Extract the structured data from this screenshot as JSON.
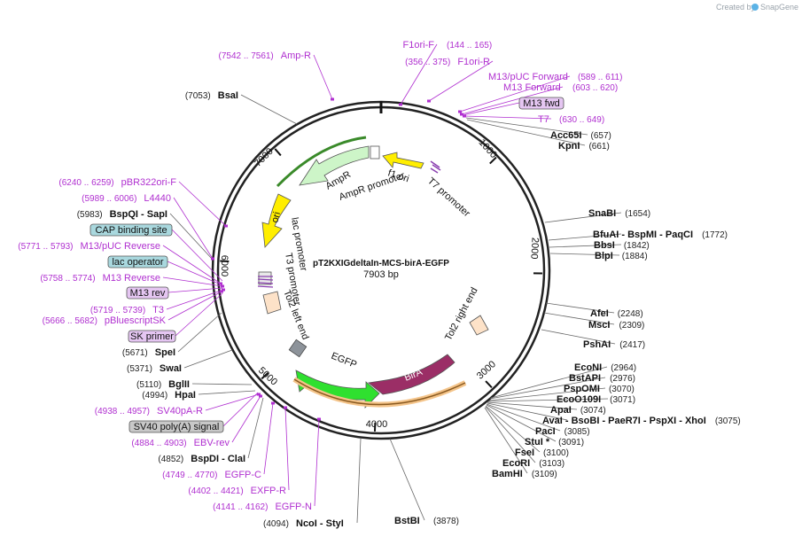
{
  "credit": {
    "prefix": "Created by",
    "brand": "SnapGene"
  },
  "plasmid": {
    "name": "pT2KXIGdeltaIn-MCS-birA-EGFP",
    "size_label": "7903 bp",
    "total_bp": 7903
  },
  "ticks": [
    "1000",
    "2000",
    "3000",
    "4000",
    "5000",
    "6000",
    "7000"
  ],
  "colors": {
    "birA": "#9b2e66",
    "EGFP": "#2fe02f",
    "ori": "#ffee00",
    "f1ori": "#ffee00",
    "AmpR": "#cdf5c8",
    "primer": "#b030d0",
    "backbone": "#333333"
  },
  "features": [
    {
      "id": "f1ori",
      "label": "f1 ori"
    },
    {
      "id": "AmpR",
      "label": "AmpR"
    },
    {
      "id": "AmpR_promoter",
      "label": "AmpR promoter"
    },
    {
      "id": "T7_promoter",
      "label": "T7 promoter"
    },
    {
      "id": "ori",
      "label": "ori"
    },
    {
      "id": "lac_promoter",
      "label": "lac promoter"
    },
    {
      "id": "T3_promoter",
      "label": "T3 promoter"
    },
    {
      "id": "Tol2_left",
      "label": "Tol2 left end"
    },
    {
      "id": "Tol2_right",
      "label": "Tol2 right end"
    },
    {
      "id": "EGFP",
      "label": "EGFP"
    },
    {
      "id": "birA",
      "label": "BirA"
    }
  ],
  "annotations": [
    {
      "id": "AmpR_primer",
      "pos": "(7542 .. 7561)",
      "name": "Amp-R",
      "type": "primer"
    },
    {
      "id": "BsaI",
      "pos": "(7053)",
      "name": "BsaI",
      "type": "site"
    },
    {
      "id": "F1ori_F",
      "pos": "",
      "name": "F1ori-F",
      "type": "primer"
    },
    {
      "id": "F1ori_F_pos",
      "pos": "(144 .. 165)",
      "name": "",
      "type": "primer"
    },
    {
      "id": "F1ori_R",
      "pos": "(356 .. 375)",
      "name": "F1ori-R",
      "type": "primer"
    },
    {
      "id": "M13pUC_F",
      "pos": "(589 .. 611)",
      "name": "M13/pUC Forward",
      "type": "primer"
    },
    {
      "id": "M13_F",
      "pos": "(603 .. 620)",
      "name": "M13 Forward",
      "type": "primer"
    },
    {
      "id": "T7",
      "pos": "(630 .. 649)",
      "name": "T7",
      "type": "primer"
    },
    {
      "id": "Acc65I",
      "pos": "(657)",
      "name": "Acc65I",
      "type": "site"
    },
    {
      "id": "KpnI",
      "pos": "(661)",
      "name": "KpnI",
      "type": "site"
    },
    {
      "id": "SnaBI",
      "pos": "(1654)",
      "name": "SnaBI",
      "type": "site"
    },
    {
      "id": "BfuAI",
      "pos": "(1772)",
      "name": "BfuAI - BspMI - PaqCI",
      "type": "site"
    },
    {
      "id": "BbsI",
      "pos": "(1842)",
      "name": "BbsI",
      "type": "site"
    },
    {
      "id": "BlpI",
      "pos": "(1884)",
      "name": "BlpI",
      "type": "site"
    },
    {
      "id": "AfeI",
      "pos": "(2248)",
      "name": "AfeI",
      "type": "site"
    },
    {
      "id": "MscI",
      "pos": "(2309)",
      "name": "MscI",
      "type": "site"
    },
    {
      "id": "PshAI",
      "pos": "(2417)",
      "name": "PshAI",
      "type": "site"
    },
    {
      "id": "EcoNI",
      "pos": "(2964)",
      "name": "EcoNI",
      "type": "site"
    },
    {
      "id": "BstAPI",
      "pos": "(2976)",
      "name": "BstAPI",
      "type": "site"
    },
    {
      "id": "PspOMI",
      "pos": "(3070)",
      "name": "PspOMI",
      "type": "site"
    },
    {
      "id": "EcoO109I",
      "pos": "(3071)",
      "name": "EcoO109I",
      "type": "site"
    },
    {
      "id": "ApaI",
      "pos": "(3074)",
      "name": "ApaI",
      "type": "site"
    },
    {
      "id": "AvaI",
      "pos": "(3075)",
      "name": "AvaI - BsoBI - PaeR7I - PspXI - XhoI",
      "type": "site"
    },
    {
      "id": "PacI",
      "pos": "(3085)",
      "name": "PacI",
      "type": "site"
    },
    {
      "id": "StuI",
      "pos": "(3091)",
      "name": "StuI *",
      "type": "site"
    },
    {
      "id": "FseI",
      "pos": "(3100)",
      "name": "FseI",
      "type": "site"
    },
    {
      "id": "EcoRI",
      "pos": "(3103)",
      "name": "EcoRI",
      "type": "site"
    },
    {
      "id": "BamHI",
      "pos": "(3109)",
      "name": "BamHI",
      "type": "site"
    },
    {
      "id": "BstBI",
      "pos": "(3878)",
      "name": "BstBI",
      "type": "site"
    },
    {
      "id": "NcoI",
      "pos": "(4094)",
      "name": "NcoI - StyI",
      "type": "site"
    },
    {
      "id": "EGFP_N",
      "pos": "(4141 .. 4162)",
      "name": "EGFP-N",
      "type": "primer"
    },
    {
      "id": "EXFP_R",
      "pos": "(4402 .. 4421)",
      "name": "EXFP-R",
      "type": "primer"
    },
    {
      "id": "EGFP_C",
      "pos": "(4749 .. 4770)",
      "name": "EGFP-C",
      "type": "primer"
    },
    {
      "id": "BspDI",
      "pos": "(4852)",
      "name": "BspDI - ClaI",
      "type": "site"
    },
    {
      "id": "EBV_rev",
      "pos": "(4884 .. 4903)",
      "name": "EBV-rev",
      "type": "primer"
    },
    {
      "id": "SV40pA_R",
      "pos": "(4938 .. 4957)",
      "name": "SV40pA-R",
      "type": "primer"
    },
    {
      "id": "HpaI",
      "pos": "(4994)",
      "name": "HpaI",
      "type": "site"
    },
    {
      "id": "BglII",
      "pos": "(5110)",
      "name": "BglII",
      "type": "site"
    },
    {
      "id": "SwaI",
      "pos": "(5371)",
      "name": "SwaI",
      "type": "site"
    },
    {
      "id": "SpeI",
      "pos": "(5671)",
      "name": "SpeI",
      "type": "site"
    },
    {
      "id": "pBluescriptSK",
      "pos": "(5666 .. 5682)",
      "name": "pBluescriptSK",
      "type": "primer"
    },
    {
      "id": "T3",
      "pos": "(5719 .. 5739)",
      "name": "T3",
      "type": "primer"
    },
    {
      "id": "M13_Rev",
      "pos": "(5758 .. 5774)",
      "name": "M13 Reverse",
      "type": "primer"
    },
    {
      "id": "M13pUC_R",
      "pos": "(5771 .. 5793)",
      "name": "M13/pUC Reverse",
      "type": "primer"
    },
    {
      "id": "BspQI",
      "pos": "(5983)",
      "name": "BspQI - SapI",
      "type": "site"
    },
    {
      "id": "L4440",
      "pos": "(5989 .. 6006)",
      "name": "L4440",
      "type": "primer"
    },
    {
      "id": "pBR322",
      "pos": "(6240 .. 6259)",
      "name": "pBR322ori-F",
      "type": "primer"
    }
  ],
  "badges": [
    {
      "id": "M13fwd",
      "label": "M13 fwd",
      "style": "purple"
    },
    {
      "id": "CAP",
      "label": "CAP binding site",
      "style": "teal"
    },
    {
      "id": "lacop",
      "label": "lac operator",
      "style": "teal"
    },
    {
      "id": "M13rev",
      "label": "M13 rev",
      "style": "purple"
    },
    {
      "id": "SKprimer",
      "label": "SK primer",
      "style": "purple"
    },
    {
      "id": "SV40",
      "label": "SV40 poly(A) signal",
      "style": "gray"
    }
  ]
}
